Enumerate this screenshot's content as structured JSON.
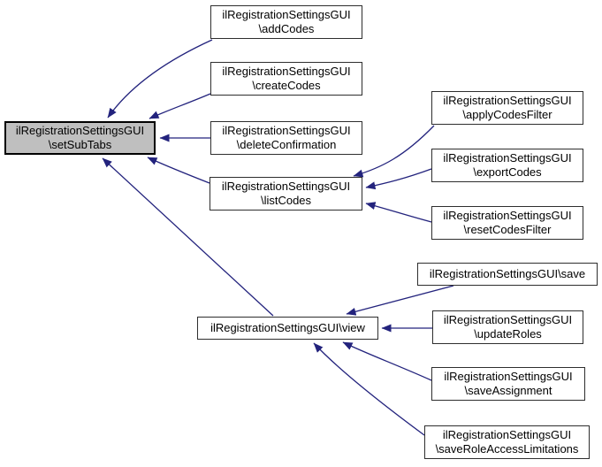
{
  "diagram": {
    "type": "caller-graph",
    "colors": {
      "background": "#ffffff",
      "edge": "#23237d",
      "node_fill": "#ffffff",
      "node_border": "#2e2e2e",
      "highlight_fill": "#bfbfbf",
      "text": "#000000"
    },
    "nodes": [
      {
        "id": "setSubTabs",
        "line1": "ilRegistrationSettingsGUI",
        "line2": "\\setSubTabs",
        "highlight": true
      },
      {
        "id": "addCodes",
        "line1": "ilRegistrationSettingsGUI",
        "line2": "\\addCodes",
        "highlight": false
      },
      {
        "id": "createCodes",
        "line1": "ilRegistrationSettingsGUI",
        "line2": "\\createCodes",
        "highlight": false
      },
      {
        "id": "deleteConfirmation",
        "line1": "ilRegistrationSettingsGUI",
        "line2": "\\deleteConfirmation",
        "highlight": false
      },
      {
        "id": "listCodes",
        "line1": "ilRegistrationSettingsGUI",
        "line2": "\\listCodes",
        "highlight": false
      },
      {
        "id": "applyCodesFilter",
        "line1": "ilRegistrationSettingsGUI",
        "line2": "\\applyCodesFilter",
        "highlight": false
      },
      {
        "id": "exportCodes",
        "line1": "ilRegistrationSettingsGUI",
        "line2": "\\exportCodes",
        "highlight": false
      },
      {
        "id": "resetCodesFilter",
        "line1": "ilRegistrationSettingsGUI",
        "line2": "\\resetCodesFilter",
        "highlight": false
      },
      {
        "id": "view",
        "line1": "ilRegistrationSettingsGUI\\view",
        "highlight": false
      },
      {
        "id": "save",
        "line1": "ilRegistrationSettingsGUI\\save",
        "highlight": false
      },
      {
        "id": "updateRoles",
        "line1": "ilRegistrationSettingsGUI",
        "line2": "\\updateRoles",
        "highlight": false
      },
      {
        "id": "saveAssignment",
        "line1": "ilRegistrationSettingsGUI",
        "line2": "\\saveAssignment",
        "highlight": false
      },
      {
        "id": "saveRoleAccessLimitations",
        "line1": "ilRegistrationSettingsGUI",
        "line2": "\\saveRoleAccessLimitations",
        "highlight": false
      }
    ],
    "edges": [
      {
        "from": "addCodes",
        "to": "setSubTabs"
      },
      {
        "from": "createCodes",
        "to": "setSubTabs"
      },
      {
        "from": "deleteConfirmation",
        "to": "setSubTabs"
      },
      {
        "from": "listCodes",
        "to": "setSubTabs"
      },
      {
        "from": "view",
        "to": "setSubTabs"
      },
      {
        "from": "applyCodesFilter",
        "to": "listCodes"
      },
      {
        "from": "exportCodes",
        "to": "listCodes"
      },
      {
        "from": "resetCodesFilter",
        "to": "listCodes"
      },
      {
        "from": "save",
        "to": "view"
      },
      {
        "from": "updateRoles",
        "to": "view"
      },
      {
        "from": "saveAssignment",
        "to": "view"
      },
      {
        "from": "saveRoleAccessLimitations",
        "to": "view"
      }
    ]
  }
}
